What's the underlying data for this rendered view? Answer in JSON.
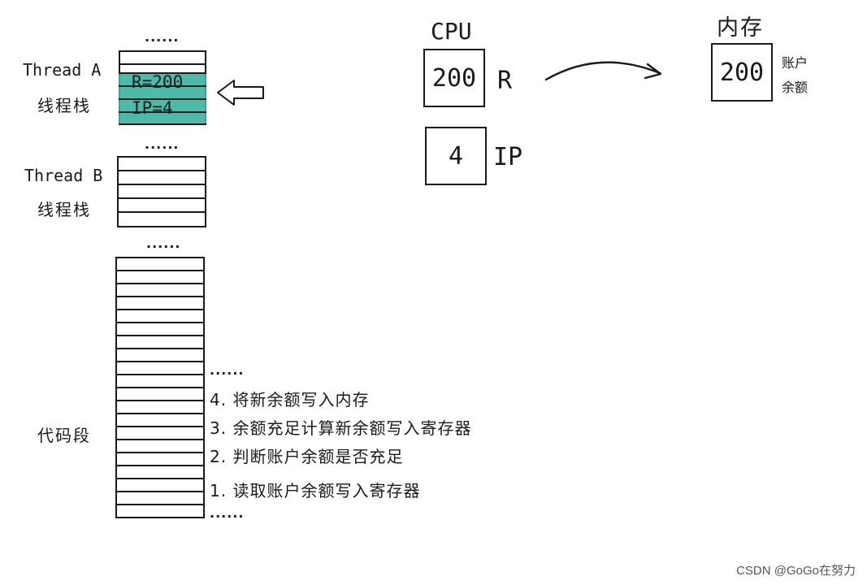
{
  "thread_a": {
    "label_en": "Thread A",
    "label_zh": "线程栈",
    "frame_line1": "R=200",
    "frame_line2": "IP=4",
    "highlight_color": "#3bb3a1"
  },
  "thread_b": {
    "label_en": "Thread B",
    "label_zh": "线程栈"
  },
  "code_segment": {
    "label": "代码段",
    "steps": [
      "4. 将新余额写入内存",
      "3. 余额充足计算新余额写入寄存器",
      "2. 判断账户余额是否充足",
      "1. 读取账户余额写入寄存器"
    ]
  },
  "ellipsis": "......",
  "cpu": {
    "title": "CPU",
    "register_r": {
      "value": "200",
      "name": "R"
    },
    "register_ip": {
      "value": "4",
      "name": "IP"
    }
  },
  "memory": {
    "title": "内存",
    "value": "200",
    "caption_line1": "账户",
    "caption_line2": "余额"
  },
  "watermark": "CSDN @GoGo在努力"
}
